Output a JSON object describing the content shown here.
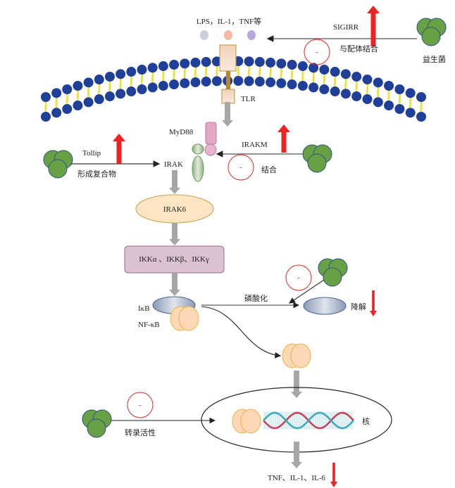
{
  "labels": {
    "ligands": "LPS，IL-1，TNF等",
    "tlr": "TLR",
    "sigirr": "SIGIRR",
    "ligand_binding": "与配体结合",
    "probiotics": "益生菌",
    "myd88": "MyD88",
    "tollip": "Tollip",
    "form_complex": "形成复合物",
    "irak": "IRAK",
    "irakm": "IRAKM",
    "binding": "结合",
    "irak6": "IRAK6",
    "ikk": "IKKα 、IKKβ、IKKγ",
    "ikb": "IκB",
    "nfkb": "NF-κB",
    "phosphorylation": "磷酸化",
    "degradation": "降解",
    "nucleus": "核",
    "transcription_activity": "转录活性",
    "cytokines": "TNF、IL-1、IL-6",
    "minus": "-"
  },
  "colors": {
    "membrane_head": "#1f3f99",
    "membrane_tail": "#e8e23a",
    "probiotic": "#68a044",
    "up_regulation": "#ee2222",
    "inhibition_circle": "#ee2222",
    "signal_arrow": "#a6a6a6",
    "irak6_fill": "#fde4c2",
    "ikk_fill": "#dcc1d0",
    "nfkb_fill": "#fcd8b6"
  }
}
